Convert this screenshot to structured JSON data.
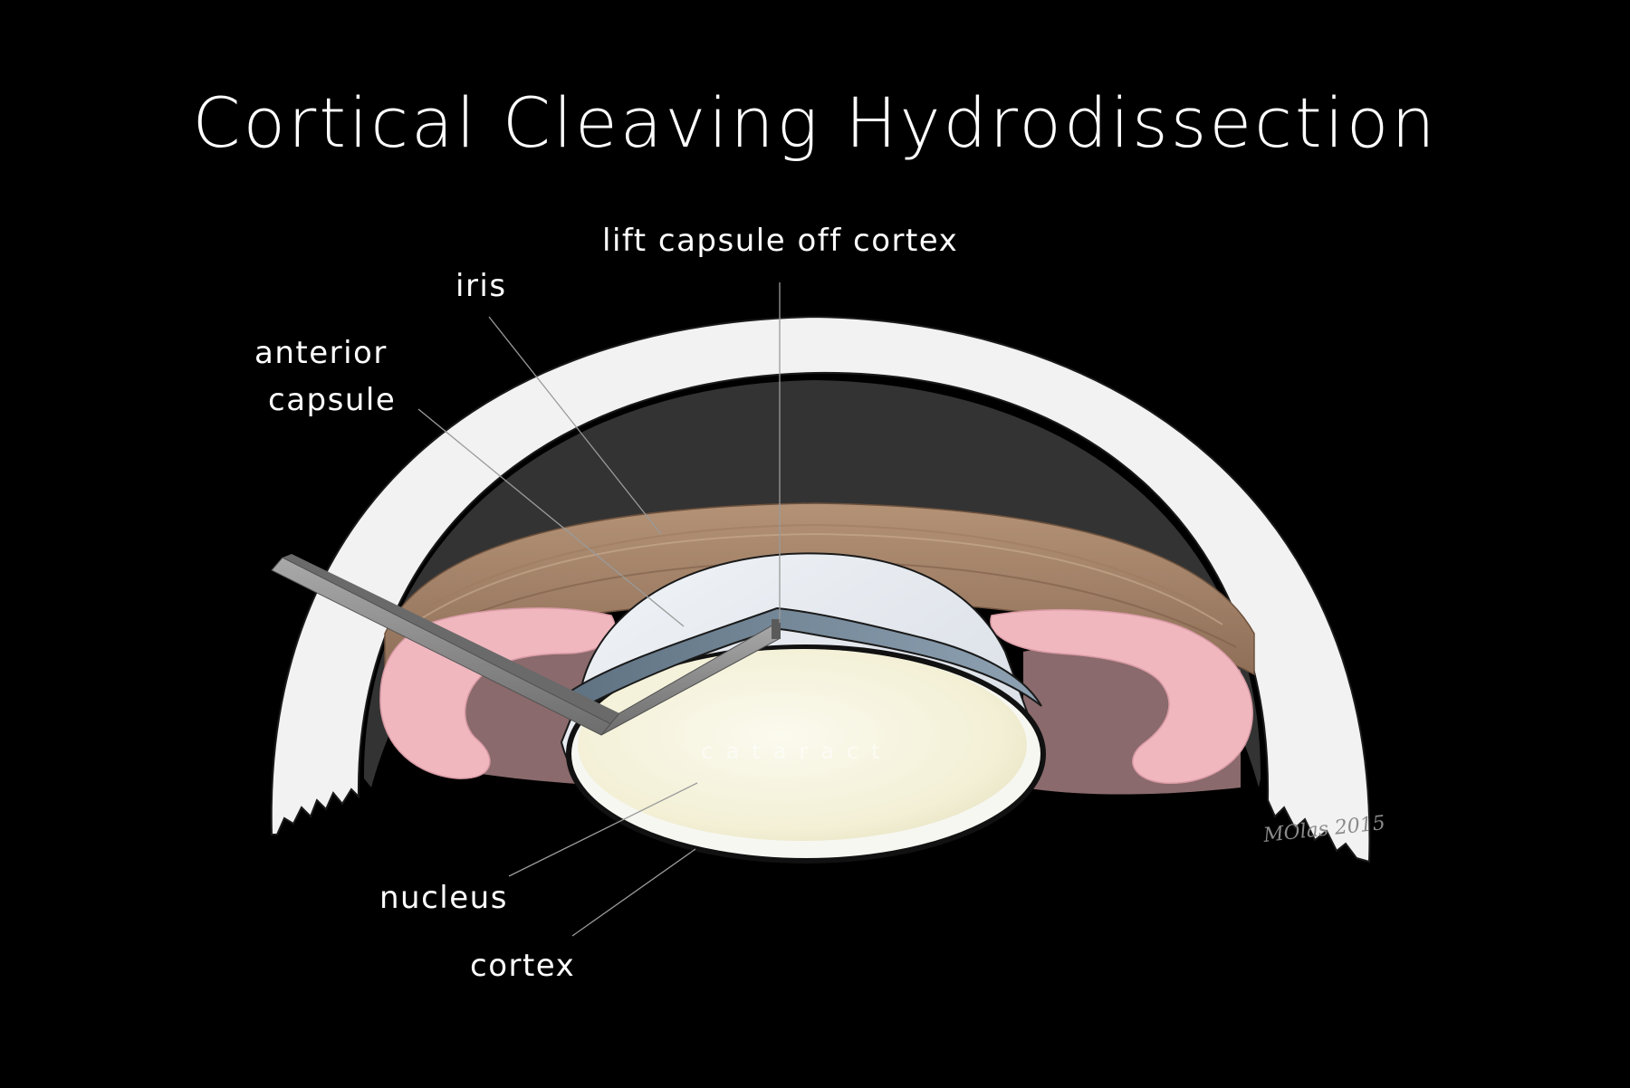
{
  "title": "Cortical Cleaving Hydrodissection",
  "labels": {
    "lift": "lift capsule off cortex",
    "iris": "iris",
    "anterior_line1": "anterior",
    "anterior_line2": "capsule",
    "nucleus": "nucleus",
    "cortex": "cortex",
    "cataract": "cataract"
  },
  "signature": "MOlas 2015",
  "colors": {
    "background": "#000000",
    "cornea": "#f2f2f2",
    "anterior_chamber": "#333333",
    "iris": "#a78668",
    "iris_pigment": "#f0b7bf",
    "capsule": "#e3e8ee",
    "nucleus": "#f6f4e0",
    "cannula": "#8f8f8f"
  }
}
